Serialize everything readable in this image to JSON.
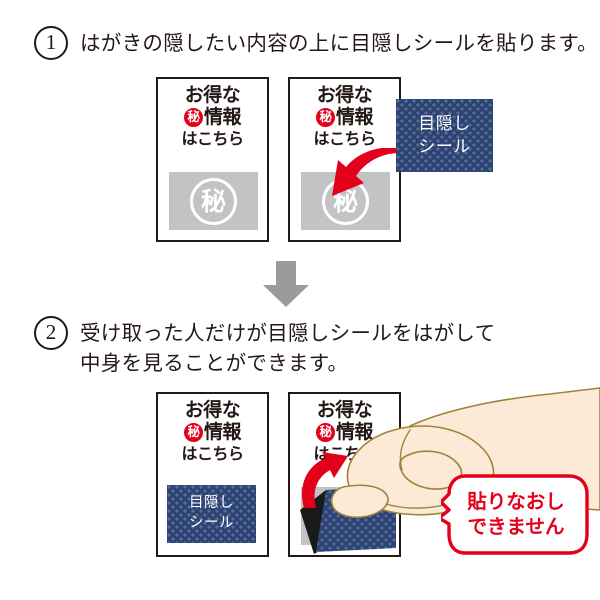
{
  "page": {
    "language": "ja",
    "background_color": "#ffffff"
  },
  "colors": {
    "ink": "#231815",
    "accent_red": "#e2001a",
    "sticker_navy": "#2d4372",
    "sticker_dot": "#556d9e",
    "secret_gray": "#c3c3c3",
    "down_arrow_gray": "#9b9b9b",
    "skin": "#fce9d6",
    "skin_outline": "#9c8439",
    "peel_back": "#1a1a1a"
  },
  "steps": [
    {
      "number": "①",
      "number_plain": "1",
      "text": "はがきの隠したい内容の上に目隠しシールを貼ります。"
    },
    {
      "number": "②",
      "number_plain": "2",
      "text": "受け取った人だけが目隠しシールをはがして\n中身を見ることができます。"
    }
  ],
  "postcard": {
    "line1": "お得な",
    "maru_hi": "秘",
    "line2": "情報",
    "line3": "はこちら",
    "secret_mark": "秘"
  },
  "sticker": {
    "line1": "目隠し",
    "line2": "シール"
  },
  "bubble": {
    "line1": "貼りなおし",
    "line2": "できません"
  },
  "icons": {
    "down_arrow": "down-arrow-icon",
    "red_arrow_apply": "red-curved-arrow-icon",
    "red_arrow_peel": "red-curved-arrow-up-icon",
    "hand": "hand-peeling-icon",
    "speech_bubble": "speech-bubble-icon",
    "maru_hi_stamp": "maru-hi-stamp-icon"
  }
}
